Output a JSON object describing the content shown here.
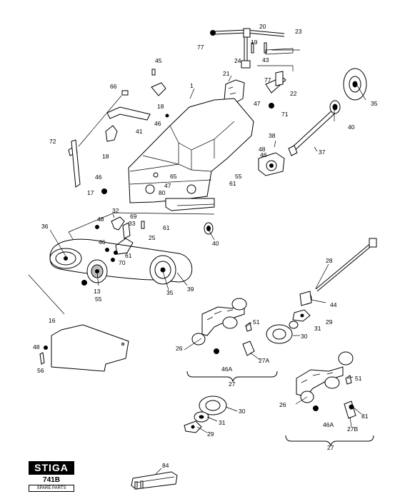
{
  "brand": {
    "name": "STIGA",
    "model": "741B",
    "subtitle": "SPARE PARTS"
  },
  "callouts": {
    "c1": "1",
    "c13": "13",
    "c16": "16",
    "c17": "17",
    "c18a": "18",
    "c18b": "18",
    "c19": "19",
    "c20": "20",
    "c21": "21",
    "c22": "22",
    "c23": "23",
    "c24": "24",
    "c25": "25",
    "c26a": "26",
    "c26b": "26",
    "c27": "27",
    "c27b": "27",
    "c27A": "27A",
    "c27B": "27B",
    "c28": "28",
    "c29a": "29",
    "c29b": "29",
    "c30a": "30",
    "c30b": "30",
    "c31a": "31",
    "c31b": "31",
    "c32": "32",
    "c33": "33",
    "c35a": "35",
    "c35b": "35",
    "c36": "36",
    "c37": "37",
    "c38": "38",
    "c39": "39",
    "c40a": "40",
    "c40b": "40",
    "c41": "41",
    "c43": "43",
    "c44": "44",
    "c45": "45",
    "c46a": "46",
    "c46b": "46",
    "c46c": "46",
    "c46d": "46",
    "c46A1": "46A",
    "c46A2": "46A",
    "c47a": "47",
    "c47b": "47",
    "c48a": "48",
    "c48b": "48",
    "c48c": "48",
    "c51a": "51",
    "c51b": "51",
    "c55a": "55",
    "c55b": "55",
    "c56": "56",
    "c61a": "61",
    "c61b": "61",
    "c61c": "61",
    "c65": "65",
    "c66": "66",
    "c69": "69",
    "c70": "70",
    "c71": "71",
    "c72": "72",
    "c77a": "77",
    "c77b": "77",
    "c80": "80",
    "c81": "81",
    "c84": "84"
  }
}
